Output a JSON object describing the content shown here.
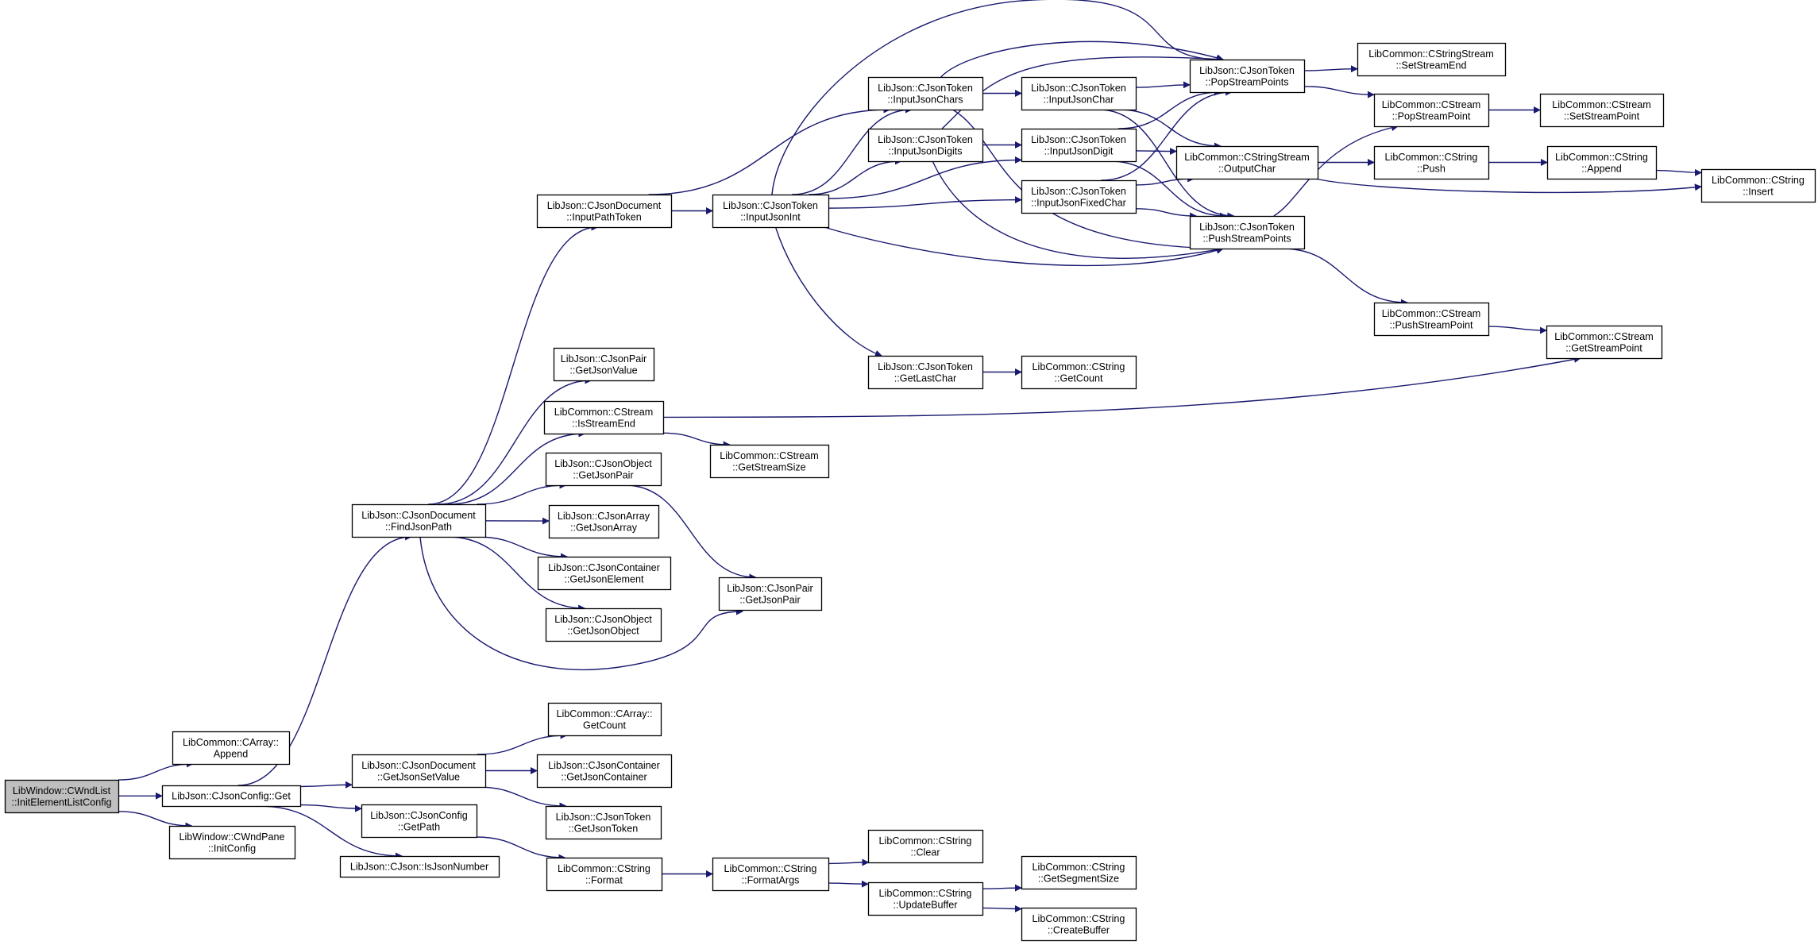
{
  "nodes": [
    {
      "id": "root",
      "lines": [
        "LibWindow::CWndList",
        "::InitElementListConfig"
      ],
      "root": true
    },
    {
      "id": "carrayAppend",
      "lines": [
        "LibCommon::CArray::",
        "Append"
      ]
    },
    {
      "id": "configGet",
      "lines": [
        "LibJson::CJsonConfig::Get"
      ]
    },
    {
      "id": "wndPaneInit",
      "lines": [
        "LibWindow::CWndPane",
        "::InitConfig"
      ]
    },
    {
      "id": "findJsonPath",
      "lines": [
        "LibJson::CJsonDocument",
        "::FindJsonPath"
      ]
    },
    {
      "id": "getJsonSetValue",
      "lines": [
        "LibJson::CJsonDocument",
        "::GetJsonSetValue"
      ]
    },
    {
      "id": "configGetPath",
      "lines": [
        "LibJson::CJsonConfig",
        "::GetPath"
      ]
    },
    {
      "id": "isJsonNumber",
      "lines": [
        "LibJson::CJson::IsJsonNumber"
      ]
    },
    {
      "id": "inputPathToken",
      "lines": [
        "LibJson::CJsonDocument",
        "::InputPathToken"
      ]
    },
    {
      "id": "pairGetJsonValue",
      "lines": [
        "LibJson::CJsonPair",
        "::GetJsonValue"
      ]
    },
    {
      "id": "isStreamEnd",
      "lines": [
        "LibCommon::CStream",
        "::IsStreamEnd"
      ]
    },
    {
      "id": "objGetJsonPair",
      "lines": [
        "LibJson::CJsonObject",
        "::GetJsonPair"
      ]
    },
    {
      "id": "arrGetJsonArray",
      "lines": [
        "LibJson::CJsonArray",
        "::GetJsonArray"
      ]
    },
    {
      "id": "contGetJsonElement",
      "lines": [
        "LibJson::CJsonContainer",
        "::GetJsonElement"
      ]
    },
    {
      "id": "objGetJsonObject",
      "lines": [
        "LibJson::CJsonObject",
        "::GetJsonObject"
      ]
    },
    {
      "id": "carrayGetCount",
      "lines": [
        "LibCommon::CArray::",
        "GetCount"
      ]
    },
    {
      "id": "contGetJsonContainer",
      "lines": [
        "LibJson::CJsonContainer",
        "::GetJsonContainer"
      ]
    },
    {
      "id": "tokGetJsonToken",
      "lines": [
        "LibJson::CJsonToken",
        "::GetJsonToken"
      ]
    },
    {
      "id": "strFormat",
      "lines": [
        "LibCommon::CString",
        "::Format"
      ]
    },
    {
      "id": "inputJsonInt",
      "lines": [
        "LibJson::CJsonToken",
        "::InputJsonInt"
      ]
    },
    {
      "id": "getStreamSize",
      "lines": [
        "LibCommon::CStream",
        "::GetStreamSize"
      ]
    },
    {
      "id": "pairGetJsonPair",
      "lines": [
        "LibJson::CJsonPair",
        "::GetJsonPair"
      ]
    },
    {
      "id": "strFormatArgs",
      "lines": [
        "LibCommon::CString",
        "::FormatArgs"
      ]
    },
    {
      "id": "inputJsonChars",
      "lines": [
        "LibJson::CJsonToken",
        "::InputJsonChars"
      ]
    },
    {
      "id": "inputJsonDigits",
      "lines": [
        "LibJson::CJsonToken",
        "::InputJsonDigits"
      ]
    },
    {
      "id": "getLastChar",
      "lines": [
        "LibJson::CJsonToken",
        "::GetLastChar"
      ]
    },
    {
      "id": "strClear",
      "lines": [
        "LibCommon::CString",
        "::Clear"
      ]
    },
    {
      "id": "strUpdateBuffer",
      "lines": [
        "LibCommon::CString",
        "::UpdateBuffer"
      ]
    },
    {
      "id": "inputJsonChar",
      "lines": [
        "LibJson::CJsonToken",
        "::InputJsonChar"
      ]
    },
    {
      "id": "inputJsonDigit",
      "lines": [
        "LibJson::CJsonToken",
        "::InputJsonDigit"
      ]
    },
    {
      "id": "inputJsonFixedChar",
      "lines": [
        "LibJson::CJsonToken",
        "::InputJsonFixedChar"
      ]
    },
    {
      "id": "strGetCount",
      "lines": [
        "LibCommon::CString",
        "::GetCount"
      ]
    },
    {
      "id": "strGetSegmentSize",
      "lines": [
        "LibCommon::CString",
        "::GetSegmentSize"
      ]
    },
    {
      "id": "strCreateBuffer",
      "lines": [
        "LibCommon::CString",
        "::CreateBuffer"
      ]
    },
    {
      "id": "popStreamPoints",
      "lines": [
        "LibJson::CJsonToken",
        "::PopStreamPoints"
      ]
    },
    {
      "id": "outputChar",
      "lines": [
        "LibCommon::CStringStream",
        "::OutputChar"
      ]
    },
    {
      "id": "pushStreamPoints",
      "lines": [
        "LibJson::CJsonToken",
        "::PushStreamPoints"
      ]
    },
    {
      "id": "setStreamEnd",
      "lines": [
        "LibCommon::CStringStream",
        "::SetStreamEnd"
      ]
    },
    {
      "id": "popStreamPoint",
      "lines": [
        "LibCommon::CStream",
        "::PopStreamPoint"
      ]
    },
    {
      "id": "strPush",
      "lines": [
        "LibCommon::CString",
        "::Push"
      ]
    },
    {
      "id": "pushStreamPoint",
      "lines": [
        "LibCommon::CStream",
        "::PushStreamPoint"
      ]
    },
    {
      "id": "setStreamPoint",
      "lines": [
        "LibCommon::CStream",
        "::SetStreamPoint"
      ]
    },
    {
      "id": "strAppend",
      "lines": [
        "LibCommon::CString",
        "::Append"
      ]
    },
    {
      "id": "getStreamPoint",
      "lines": [
        "LibCommon::CStream",
        "::GetStreamPoint"
      ]
    },
    {
      "id": "strInsert",
      "lines": [
        "LibCommon::CString",
        "::Insert"
      ]
    }
  ],
  "edges": [
    [
      "root",
      "carrayAppend"
    ],
    [
      "root",
      "configGet"
    ],
    [
      "root",
      "wndPaneInit"
    ],
    [
      "configGet",
      "findJsonPath"
    ],
    [
      "configGet",
      "getJsonSetValue"
    ],
    [
      "configGet",
      "configGetPath"
    ],
    [
      "configGet",
      "isJsonNumber"
    ],
    [
      "findJsonPath",
      "inputPathToken"
    ],
    [
      "findJsonPath",
      "pairGetJsonValue"
    ],
    [
      "findJsonPath",
      "isStreamEnd"
    ],
    [
      "findJsonPath",
      "objGetJsonPair"
    ],
    [
      "findJsonPath",
      "arrGetJsonArray"
    ],
    [
      "findJsonPath",
      "contGetJsonElement"
    ],
    [
      "findJsonPath",
      "objGetJsonObject"
    ],
    [
      "findJsonPath",
      "pairGetJsonPair"
    ],
    [
      "getJsonSetValue",
      "carrayGetCount"
    ],
    [
      "getJsonSetValue",
      "contGetJsonContainer"
    ],
    [
      "getJsonSetValue",
      "tokGetJsonToken"
    ],
    [
      "configGetPath",
      "strFormat"
    ],
    [
      "inputPathToken",
      "inputJsonInt"
    ],
    [
      "inputPathToken",
      "inputJsonChars"
    ],
    [
      "isStreamEnd",
      "getStreamSize"
    ],
    [
      "isStreamEnd",
      "getStreamPoint"
    ],
    [
      "objGetJsonPair",
      "pairGetJsonPair"
    ],
    [
      "strFormat",
      "strFormatArgs"
    ],
    [
      "inputJsonInt",
      "inputJsonChars"
    ],
    [
      "inputJsonInt",
      "inputJsonDigits"
    ],
    [
      "inputJsonInt",
      "getLastChar"
    ],
    [
      "inputJsonInt",
      "inputJsonDigit"
    ],
    [
      "inputJsonInt",
      "inputJsonFixedChar"
    ],
    [
      "inputJsonInt",
      "popStreamPoints"
    ],
    [
      "inputJsonInt",
      "pushStreamPoints"
    ],
    [
      "strFormatArgs",
      "strClear"
    ],
    [
      "strFormatArgs",
      "strUpdateBuffer"
    ],
    [
      "inputJsonChars",
      "inputJsonChar"
    ],
    [
      "inputJsonChars",
      "popStreamPoints"
    ],
    [
      "inputJsonChars",
      "pushStreamPoints"
    ],
    [
      "inputJsonDigits",
      "inputJsonDigit"
    ],
    [
      "inputJsonDigits",
      "popStreamPoints"
    ],
    [
      "inputJsonDigits",
      "pushStreamPoints"
    ],
    [
      "getLastChar",
      "strGetCount"
    ],
    [
      "strUpdateBuffer",
      "strGetSegmentSize"
    ],
    [
      "strUpdateBuffer",
      "strCreateBuffer"
    ],
    [
      "inputJsonChar",
      "popStreamPoints"
    ],
    [
      "inputJsonChar",
      "outputChar"
    ],
    [
      "inputJsonChar",
      "pushStreamPoints"
    ],
    [
      "inputJsonDigit",
      "outputChar"
    ],
    [
      "inputJsonDigit",
      "pushStreamPoints"
    ],
    [
      "inputJsonDigit",
      "popStreamPoints"
    ],
    [
      "inputJsonFixedChar",
      "popStreamPoints"
    ],
    [
      "inputJsonFixedChar",
      "outputChar"
    ],
    [
      "inputJsonFixedChar",
      "pushStreamPoints"
    ],
    [
      "popStreamPoints",
      "setStreamEnd"
    ],
    [
      "popStreamPoints",
      "popStreamPoint"
    ],
    [
      "outputChar",
      "strPush"
    ],
    [
      "outputChar",
      "strInsert"
    ],
    [
      "pushStreamPoints",
      "popStreamPoint"
    ],
    [
      "pushStreamPoints",
      "pushStreamPoint"
    ],
    [
      "popStreamPoint",
      "setStreamPoint"
    ],
    [
      "strPush",
      "strAppend"
    ],
    [
      "pushStreamPoint",
      "getStreamPoint"
    ],
    [
      "strAppend",
      "strInsert"
    ]
  ]
}
